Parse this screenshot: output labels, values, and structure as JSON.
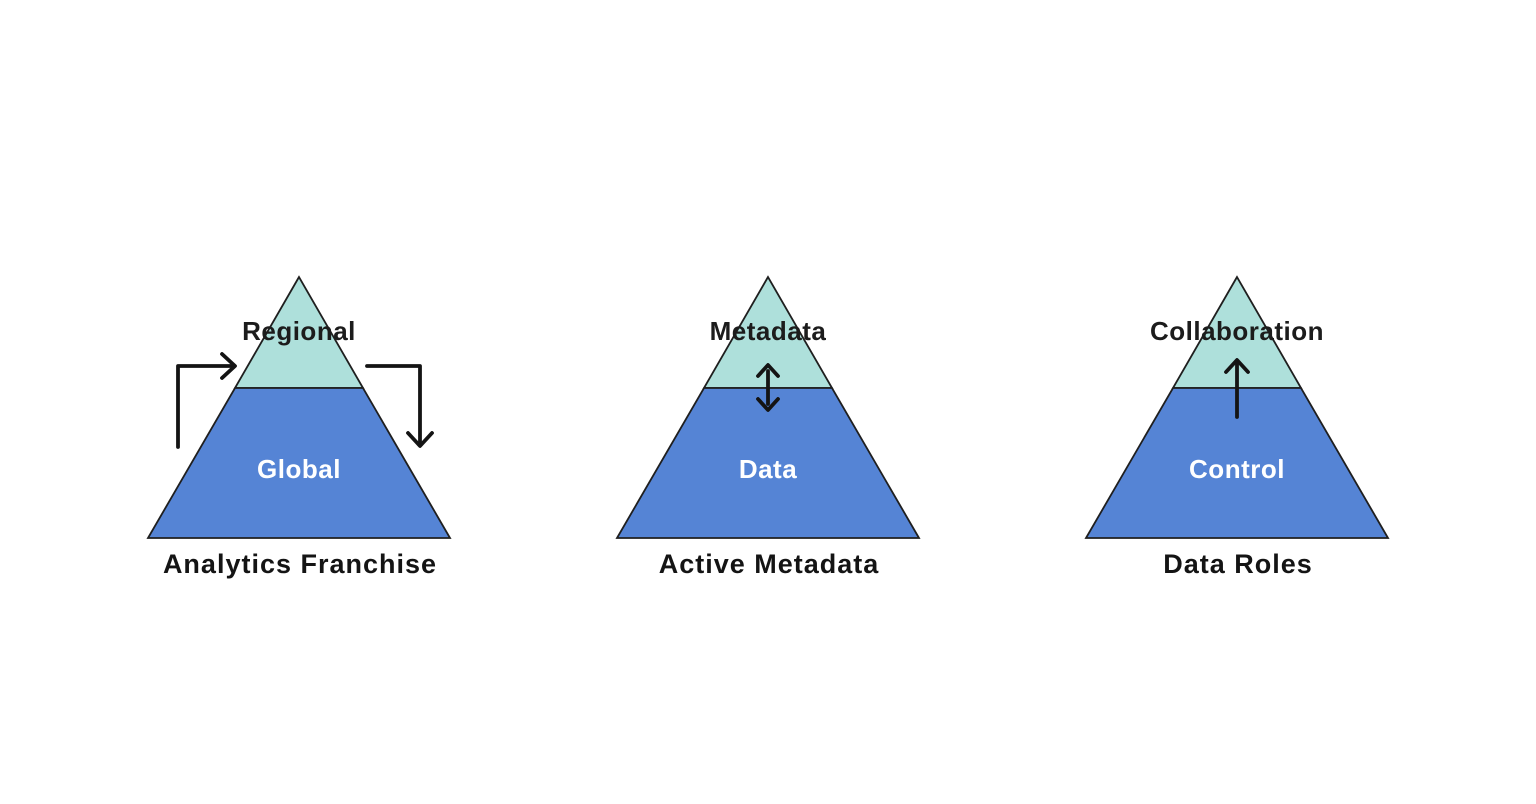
{
  "background": "#ffffff",
  "colors": {
    "top_section_fill": "#aee0db",
    "bottom_section_fill": "#5584d5",
    "outline": "#1f1f1f",
    "arrow": "#141414",
    "top_label_text": "#1c1c1c",
    "bottom_label_text": "#ffffff",
    "caption_text": "#141414"
  },
  "pyramids": [
    {
      "top_label": "Regional",
      "bottom_label": "Global",
      "caption": "Analytics Franchise",
      "arrows": [
        "in-from-left-up",
        "out-to-right-down"
      ]
    },
    {
      "top_label": "Metadata",
      "bottom_label": "Data",
      "caption": "Active Metadata",
      "arrows": [
        "bidirectional-vertical"
      ]
    },
    {
      "top_label": "Collaboration",
      "bottom_label": "Control",
      "caption": "Data Roles",
      "arrows": [
        "up"
      ]
    }
  ]
}
